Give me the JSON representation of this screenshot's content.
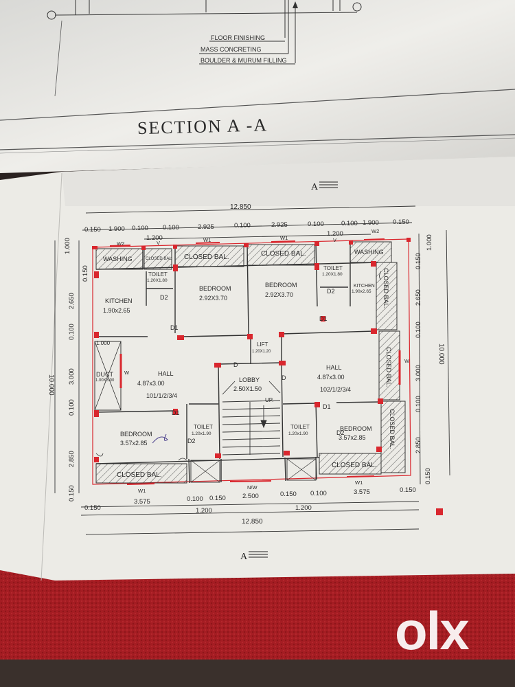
{
  "section": {
    "title": "SECTION A -A",
    "layers": [
      "FLOOR FINISHING",
      "MASS CONCRETING",
      "BOULDER & MURUM FILLING"
    ]
  },
  "plan": {
    "section_marker_top": "A",
    "section_marker_bottom": "A",
    "overall_width": "12.850",
    "overall_depth": "10.000",
    "top_dims": [
      "0.150",
      "1.900",
      "0.100",
      "0.100",
      "2.925",
      "0.100",
      "2.925",
      "0.100",
      "0.100",
      "1.900",
      "0.150"
    ],
    "top_sub_left": "1.200",
    "top_sub_right": "1.200",
    "bottom_dims": [
      "0.150",
      "3.575",
      "0.100",
      "0.150",
      "2.500",
      "0.150",
      "0.100",
      "3.575",
      "0.150"
    ],
    "bottom_sub_left": "1.200",
    "bottom_sub_right": "1.200",
    "left_dims": [
      "1.000",
      "0.150",
      "2.650",
      "0.100",
      "3.000",
      "0.100",
      "2.850",
      "0.150"
    ],
    "right_dims": [
      "1.000",
      "0.150",
      "2.650",
      "0.100",
      "3.000",
      "0.100",
      "2.850",
      "0.150"
    ],
    "rooms": {
      "washing_left": "WASHING",
      "closed_bal_small_left": "CLOSED BAL",
      "closed_bal_top_left": "CLOSED BAL.",
      "closed_bal_top_right": "CLOSED BAL.",
      "washing_right": "WASHING",
      "toilet_left_name": "TOILET",
      "toilet_left_size": "1.20X1.80",
      "toilet_right_name": "TOILET",
      "toilet_right_size": "1.20X1.80",
      "kitchen_left_name": "KITCHEN",
      "kitchen_left_size": "1.90x2.65",
      "kitchen_right_name": "KITCHEN",
      "kitchen_right_size": "1.90x2.65",
      "bedroom_tl_name": "BEDROOM",
      "bedroom_tl_size": "2.92X3.70",
      "bedroom_tr_name": "BEDROOM",
      "bedroom_tr_size": "2.92X3.70",
      "duct_name": "DUCT",
      "duct_size": "1.00X3.00",
      "duct_dim": "1.000",
      "hall_left_name": "HALL",
      "hall_left_size": "4.87x3.00",
      "hall_left_units": "101/1/2/3/4",
      "hall_right_name": "HALL",
      "hall_right_size": "4.87x3.00",
      "hall_right_units": "102/1/2/3/4",
      "lift_name": "LIFT",
      "lift_size": "1.20X1.20",
      "lobby_name": "LOBBY",
      "lobby_size": "2.50X1.50",
      "stair_up": "UP.",
      "toilet_bl_name": "TOILET",
      "toilet_bl_size": "1.20x1.90",
      "toilet_br_name": "TOILET",
      "toilet_br_size": "1.20x1.90",
      "bedroom_bl_name": "BEDROOM",
      "bedroom_bl_size": "3.57x2.85",
      "bedroom_br_name": "BEDROOM",
      "bedroom_br_size": "3.57x2.85",
      "closed_bal_bottom_left": "CLOSED BAL.",
      "closed_bal_bottom_right": "CLOSED BAL.",
      "closed_bal_right_upper": "CLOSED BAL.",
      "closed_bal_right_mid": "CLOSED BAL.",
      "closed_bal_right_lower": "CLOSED BAL."
    },
    "tags": {
      "w2_tl": "W2",
      "w1_t1": "W1",
      "w1_t2": "W1",
      "w2_tr": "W2",
      "v_tl": "V",
      "v_tr": "V",
      "d2_tl": "D2",
      "d1_tl": "D1",
      "d1_tr": "D1",
      "d2_tr": "D2",
      "d_lift_l": "D",
      "d_lift_r": "D",
      "d1_bl": "D1",
      "d1_br": "D1",
      "d2_bl": "D2",
      "d2_br": "D2",
      "w_left": "W",
      "w_right": "W",
      "w1_bl": "W1",
      "w1_br": "W1",
      "nw": "N/W"
    }
  },
  "watermark": "olx",
  "colors": {
    "paper": "#ecebe6",
    "wall_red": "#d9272e",
    "ink": "#2a2a2a",
    "carpet": "#a51d23"
  }
}
